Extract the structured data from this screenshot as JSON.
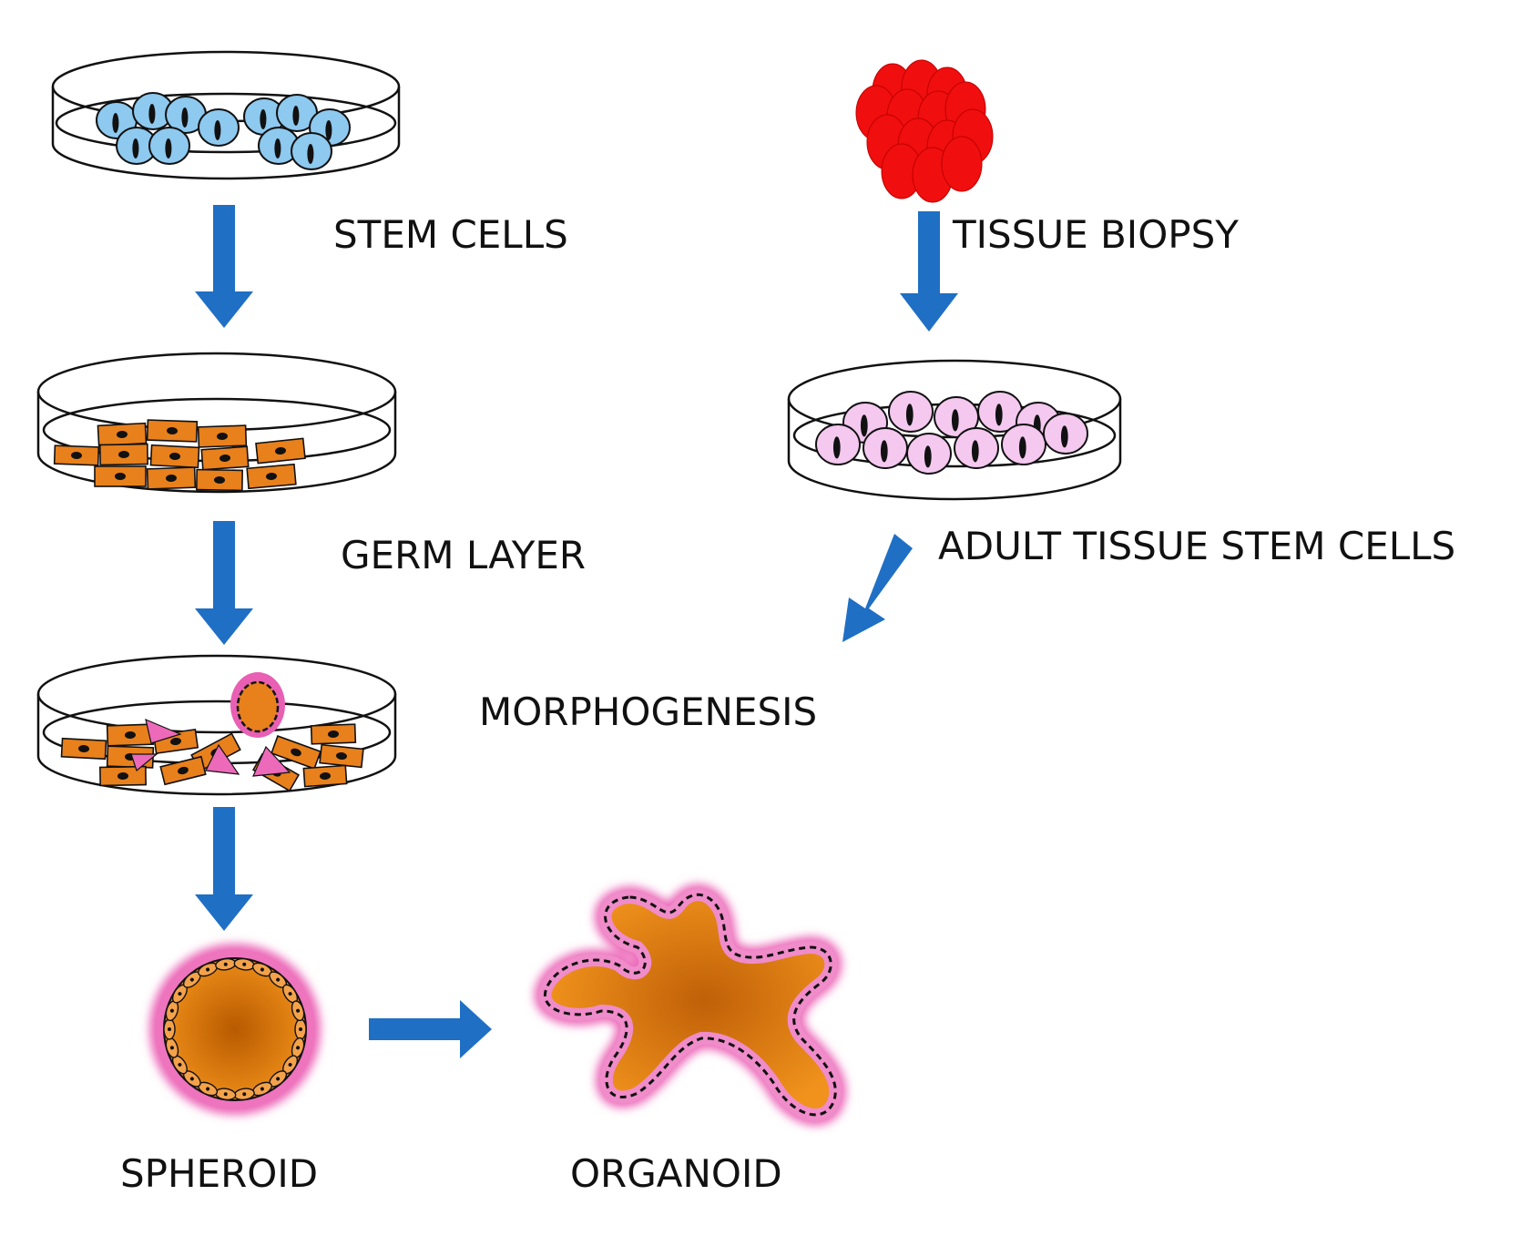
{
  "colors": {
    "arrow": "#1f6fc4",
    "stem_cell": "#8ec9ef",
    "germ_cell": "#e8801c",
    "adult_cell": "#f4c8ef",
    "tissue": "#f00e0e",
    "pink_rim": "#e85fb3",
    "organoid_core": "#e88a14"
  },
  "labels": {
    "stem_cells": "STEM CELLS",
    "tissue_biopsy": "TISSUE BIOPSY",
    "germ_layer": "GERM LAYER",
    "adult_tissue_stem_cells": "ADULT TISSUE STEM CELLS",
    "morphogenesis": "MORPHOGENESIS",
    "spheroid": "SPHEROID",
    "organoid": "ORGANOID"
  }
}
